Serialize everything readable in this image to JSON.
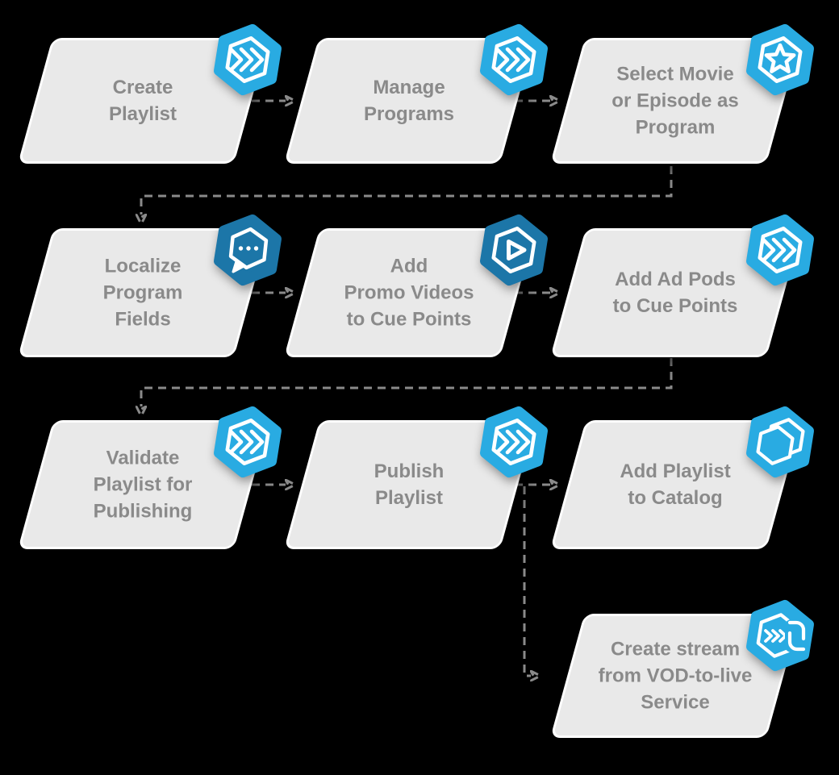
{
  "diagram": {
    "description": "Playlist publishing workflow flowchart"
  },
  "colors": {
    "background": "#000000",
    "box_fill": "#e9e9e9",
    "box_border": "#ffffff",
    "label_text": "#8a8a8a",
    "badge_light": "#29abe2",
    "badge_dark": "#1c76a8",
    "glyph": "#ffffff",
    "connector": "#8a8a8a"
  },
  "nodes": [
    {
      "label": "Create\nPlaylist",
      "icon": "triple-chevron-hexagon-icon",
      "badge": "light"
    },
    {
      "label": "Manage\nPrograms",
      "icon": "triple-chevron-hexagon-icon",
      "badge": "light"
    },
    {
      "label": "Select Movie\nor Episode as\nProgram",
      "icon": "star-hexagon-icon",
      "badge": "light"
    },
    {
      "label": "Localize\nProgram\nFields",
      "icon": "chat-bubble-icon",
      "badge": "dark"
    },
    {
      "label": "Add\nPromo Videos\nto Cue Points",
      "icon": "play-hexagon-icon",
      "badge": "dark"
    },
    {
      "label": "Add Ad Pods\nto Cue Points",
      "icon": "triple-chevron-hexagon-icon",
      "badge": "light"
    },
    {
      "label": "Validate\nPlaylist for\nPublishing",
      "icon": "triple-chevron-hexagon-icon",
      "badge": "light"
    },
    {
      "label": "Publish\nPlaylist",
      "icon": "triple-chevron-hexagon-icon",
      "badge": "light"
    },
    {
      "label": "Add Playlist\nto Catalog",
      "icon": "stacked-hexagons-catalog-icon",
      "badge": "light"
    },
    {
      "label": "Create stream\nfrom VOD-to-live\nService",
      "icon": "vod-to-live-sync-hexagon-icon",
      "badge": "light"
    }
  ]
}
